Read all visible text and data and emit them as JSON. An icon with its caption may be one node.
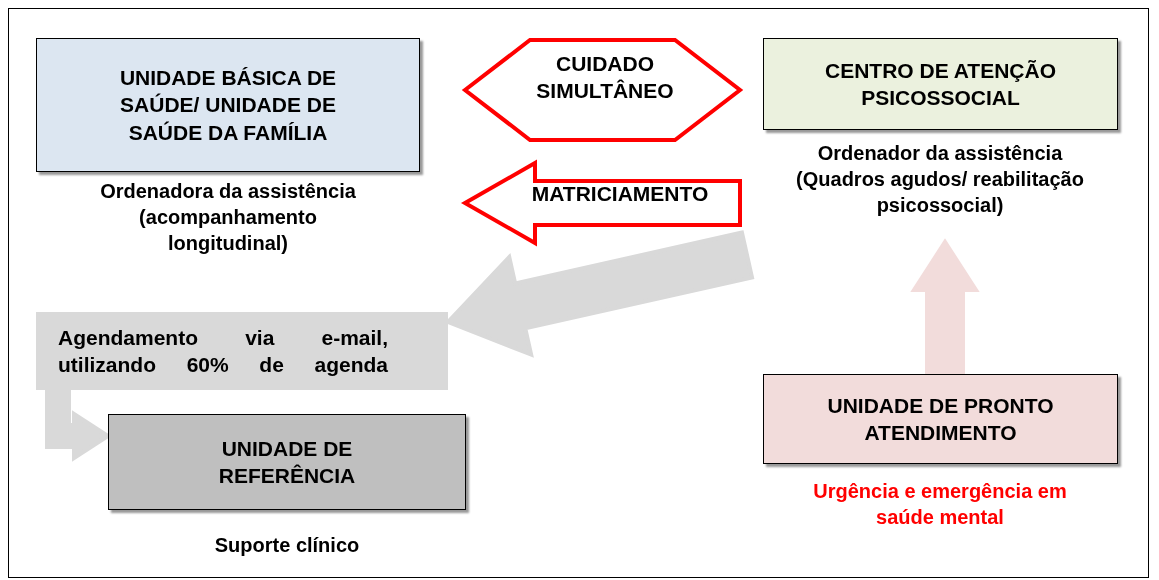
{
  "diagram": {
    "nodes": [
      {
        "text": [
          "UNIDADE BÁSICA DE SAÚDE/ UNIDADE DE SAÚDE DA FAMÍLIA"
        ],
        "beside": [
          "Ordenadora da assistência (acompanhamento longitudinal)"
        ]
      },
      {
        "text": [
          "CENTRO DE ATENÇÃO PSICOSSOCIAL"
        ],
        "beside": [
          "Ordenador da assistência (Quadros agudos/ reabilitação psicossocial)"
        ]
      },
      {
        "text": [
          "Agendamento via e-mail, utilizando 60% de agenda"
        ]
      },
      {
        "text": [
          "UNIDADE DE REFERÊNCIA"
        ],
        "beside": [
          "Suporte clínico"
        ]
      },
      {
        "text": [
          "UNIDADE DE PRONTO ATENDIMENTO"
        ],
        "beside": [
          "Urgência e emergência em saúde mental"
        ]
      }
    ],
    "edges": [
      {
        "from": 0,
        "to": 1,
        "arrow": "both",
        "label": "CUIDADO SIMULTÂNEO",
        "style": "thick",
        "color": "#ff0000"
      },
      {
        "from": 1,
        "to": 0,
        "arrow": "to",
        "label": "MATRICIAMENTO",
        "style": "thick",
        "color": "#ff0000"
      },
      {
        "from": 1,
        "to": 2,
        "arrow": "to",
        "style": "thick",
        "color": "#d9d9d9"
      },
      {
        "from": 2,
        "to": 3,
        "arrow": "to",
        "style": "thick",
        "color": "#d9d9d9"
      },
      {
        "from": 4,
        "to": 1,
        "arrow": "to",
        "style": "thick",
        "color": "#f2dcdb"
      }
    ]
  }
}
